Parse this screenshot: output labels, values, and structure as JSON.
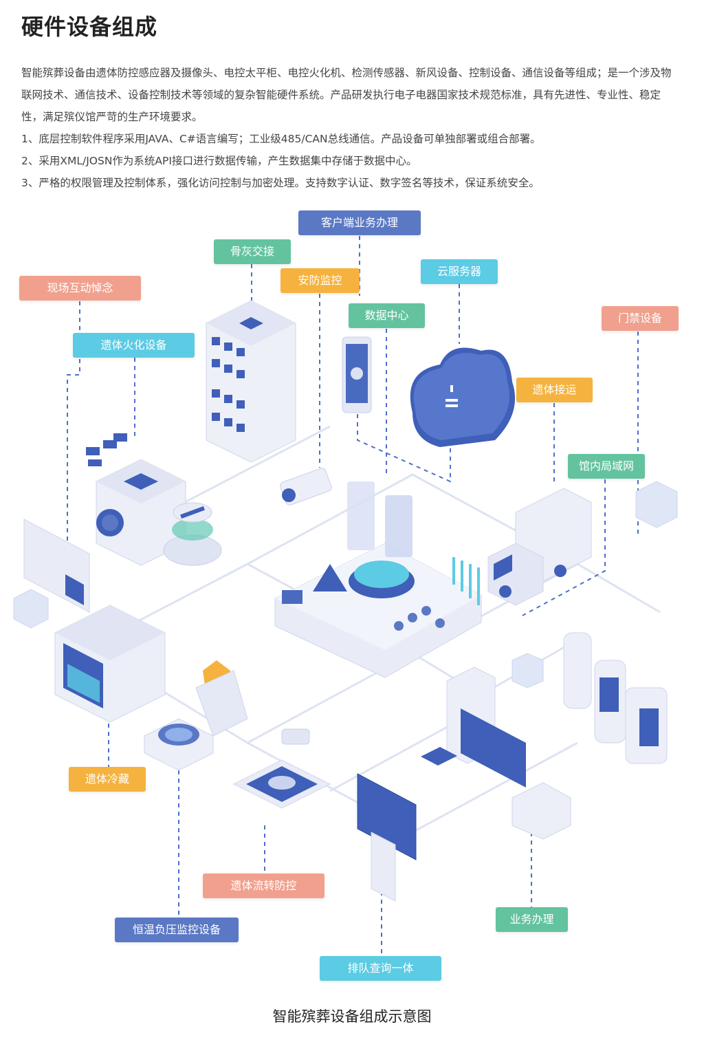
{
  "heading": "硬件设备组成",
  "intro": {
    "paragraph": "智能殡葬设备由遗体防控感应器及摄像头、电控太平柜、电控火化机、检测传感器、新风设备、控制设备、通信设备等组成；是一个涉及物联网技术、通信技术、设备控制技术等领域的复杂智能硬件系统。产品研发执行电子电器国家技术规范标准，具有先进性、专业性、稳定性，满足殡仪馆严苛的生产环境要求。",
    "points": [
      "1、底层控制软件程序采用JAVA、C#语言编写；工业级485/CAN总线通信。产品设备可单独部署或组合部署。",
      "2、采用XML/JOSN作为系统API接口进行数据传输，产生数据集中存储于数据中心。",
      "3、严格的权限管理及控制体系，强化访问控制与加密处理。支持数字认证、数字签名等技术，保证系统安全。"
    ]
  },
  "labels": {
    "client": "客户端业务办理",
    "ash": "骨灰交接",
    "security": "安防监控",
    "cloud": "云服务器",
    "memorial": "现场互动悼念",
    "datacenter": "数据中心",
    "access": "门禁设备",
    "cremation": "遗体火化设备",
    "transport": "遗体接运",
    "lan": "馆内局域网",
    "cold": "遗体冷藏",
    "flow": "遗体流转防控",
    "business": "业务办理",
    "pressure": "恒温负压监控设备",
    "queue": "排队查询一体"
  },
  "colors": {
    "coral": "#f0a08d",
    "cyan": "#5ccbe4",
    "green": "#63c39f",
    "orange": "#f5b23f",
    "indigo": "#5b78c4",
    "line": "#4d6fc8",
    "device": "#e9ecf7",
    "device_dark": "#3f5fb8"
  },
  "caption": "智能殡葬设备组成示意图"
}
